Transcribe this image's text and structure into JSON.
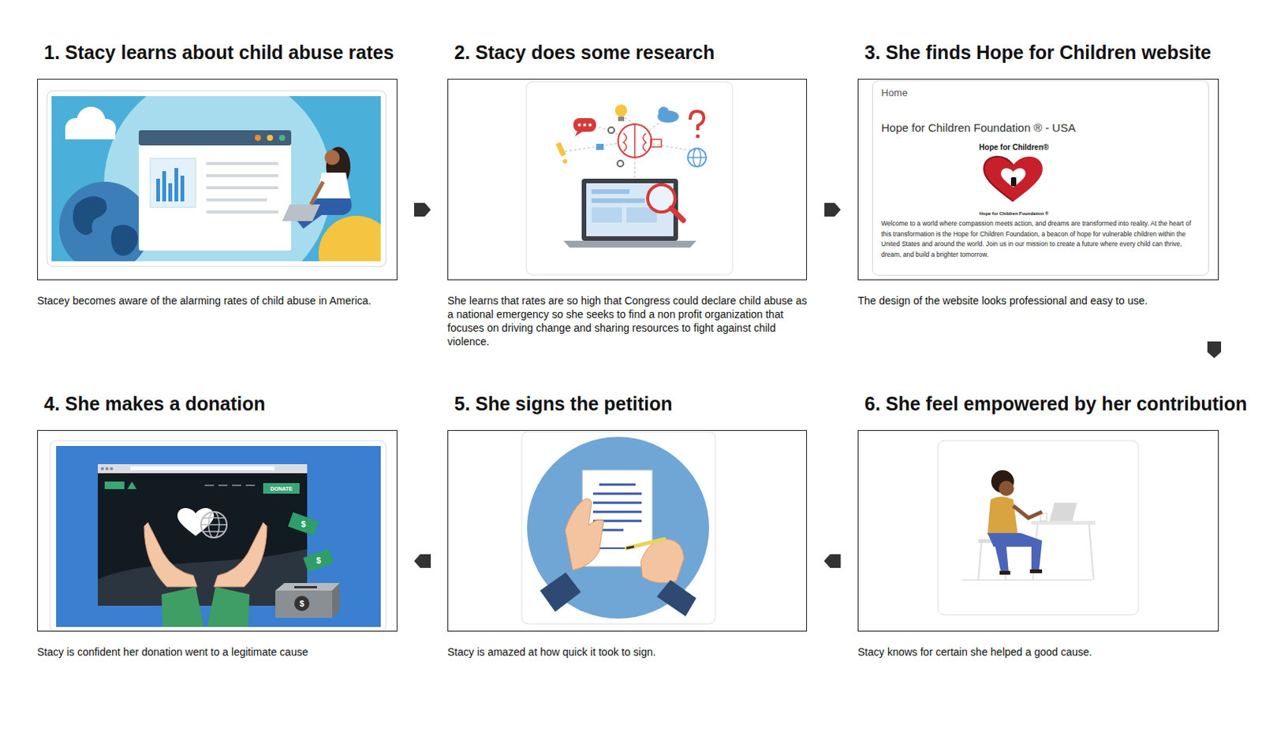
{
  "diagram": {
    "nodes": [
      {
        "text": [
          "1. Stacy learns about child abuse rates",
          "Stacey becomes aware of the alarming rates of child abuse in America."
        ]
      },
      {
        "text": [
          "2. Stacy does some research",
          "She learns that rates are so high that Congress could declare child abuse as a national emergency so she seeks to find a non profit organization that focuses on driving change and sharing resources to fight against child violence."
        ]
      },
      {
        "text": [
          "3. She finds Hope for Children website",
          "The design of the website looks professional and easy to use."
        ]
      },
      {
        "text": [
          "Home",
          "Hope for Children Foundation ® - USA",
          "Hope for Children®",
          "Hope for Children Foundation ®",
          "Welcome to a world where compassion meets action, and dreams are transformed into reality. At the heart of this transformation is the Hope for Children Foundation, a beacon of hope for vulnerable children within the United States and around the world. Join us in our mission to create a future where every child can thrive, dream, and build a brighter tomorrow."
        ],
        "in": 2
      },
      {
        "text": [
          "4. She makes a donation",
          "Stacy is confident her donation went to a legitimate cause"
        ]
      },
      {
        "text": [
          "5. She signs the petition",
          "Stacy is amazed at how quick it took to sign."
        ]
      },
      {
        "text": [
          "6. She feel empowered by her contribution",
          "Stacy knows for certain she helped a good cause."
        ]
      }
    ],
    "edges": [
      {
        "from": 0,
        "to": 1,
        "arrow": "to"
      },
      {
        "from": 1,
        "to": 2,
        "arrow": "to"
      },
      {
        "from": 2,
        "to": 6,
        "arrow": "to"
      },
      {
        "from": 6,
        "to": 5,
        "arrow": "to"
      },
      {
        "from": 5,
        "to": 4,
        "arrow": "to"
      }
    ],
    "labels": [
      "DONATE",
      "$",
      "$",
      "$"
    ]
  }
}
